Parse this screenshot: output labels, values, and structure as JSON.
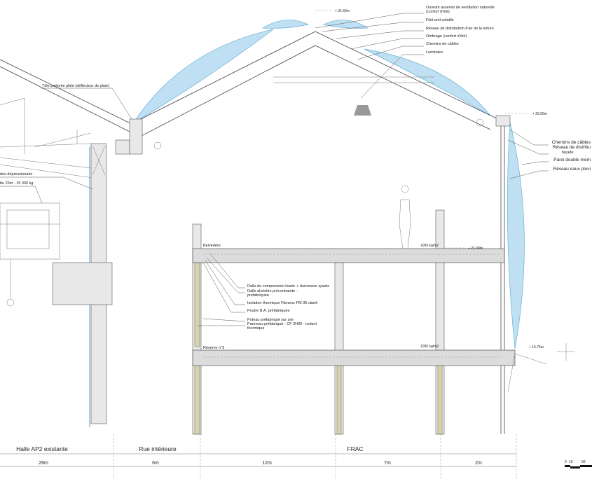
{
  "drawing": {
    "annotations_top": [
      "Ouvrant asservis de ventilation naturelle",
      "(confort d'été)",
      "Filet anti-volatile",
      "Réseau de distribution d'air de la toiture",
      "Ombrage (confort d'été)",
      "Chemins de câbles",
      "Luminaire"
    ],
    "annotations_right": [
      "Chemins de câbles",
      "Réseau de distribu",
      "façade",
      "Paroi double mem",
      "Réseau eaux pluvi"
    ],
    "annotations_left": {
      "deflector": "Tôle perforée pliée (déflecteur de pluie)",
      "depress": "des dépressionaire",
      "crane": "be 25m - 15 000 kg"
    },
    "annotations_floor": [
      "Dalle de compression lissée + durcisseur quartz",
      "Dalle alvéolée précontrainte -",
      "préfabriquée",
      "Isolation thermique Fibraroc FM 35 clarté",
      "Poutre B.A. préfabriquée",
      "Poteau préfabriqué sur site",
      "Panneau préfabriqué - CF 2H00 - isolant",
      "thermique"
    ],
    "levels": {
      "ridge": "+ 31.50m",
      "eave": "+ 25.00m",
      "upper_floor": "+ 21.00m",
      "lower_floor": "+ 15.75m"
    },
    "rooms": {
      "belvedere": "Belvédère",
      "reserve": "Réserve n°3",
      "load1": "1000 kg/m2",
      "load2": "1000 kg/m2"
    },
    "zones": [
      "Halle AP2 existante",
      "Rue intérieure",
      "FRAC"
    ],
    "dimensions": [
      "26m",
      "6m",
      "12m",
      "7m",
      "2m"
    ],
    "scale_bar": [
      "0",
      "10",
      "50"
    ],
    "colors": {
      "cushion": "#bfe0f3",
      "line": "#444444"
    }
  }
}
